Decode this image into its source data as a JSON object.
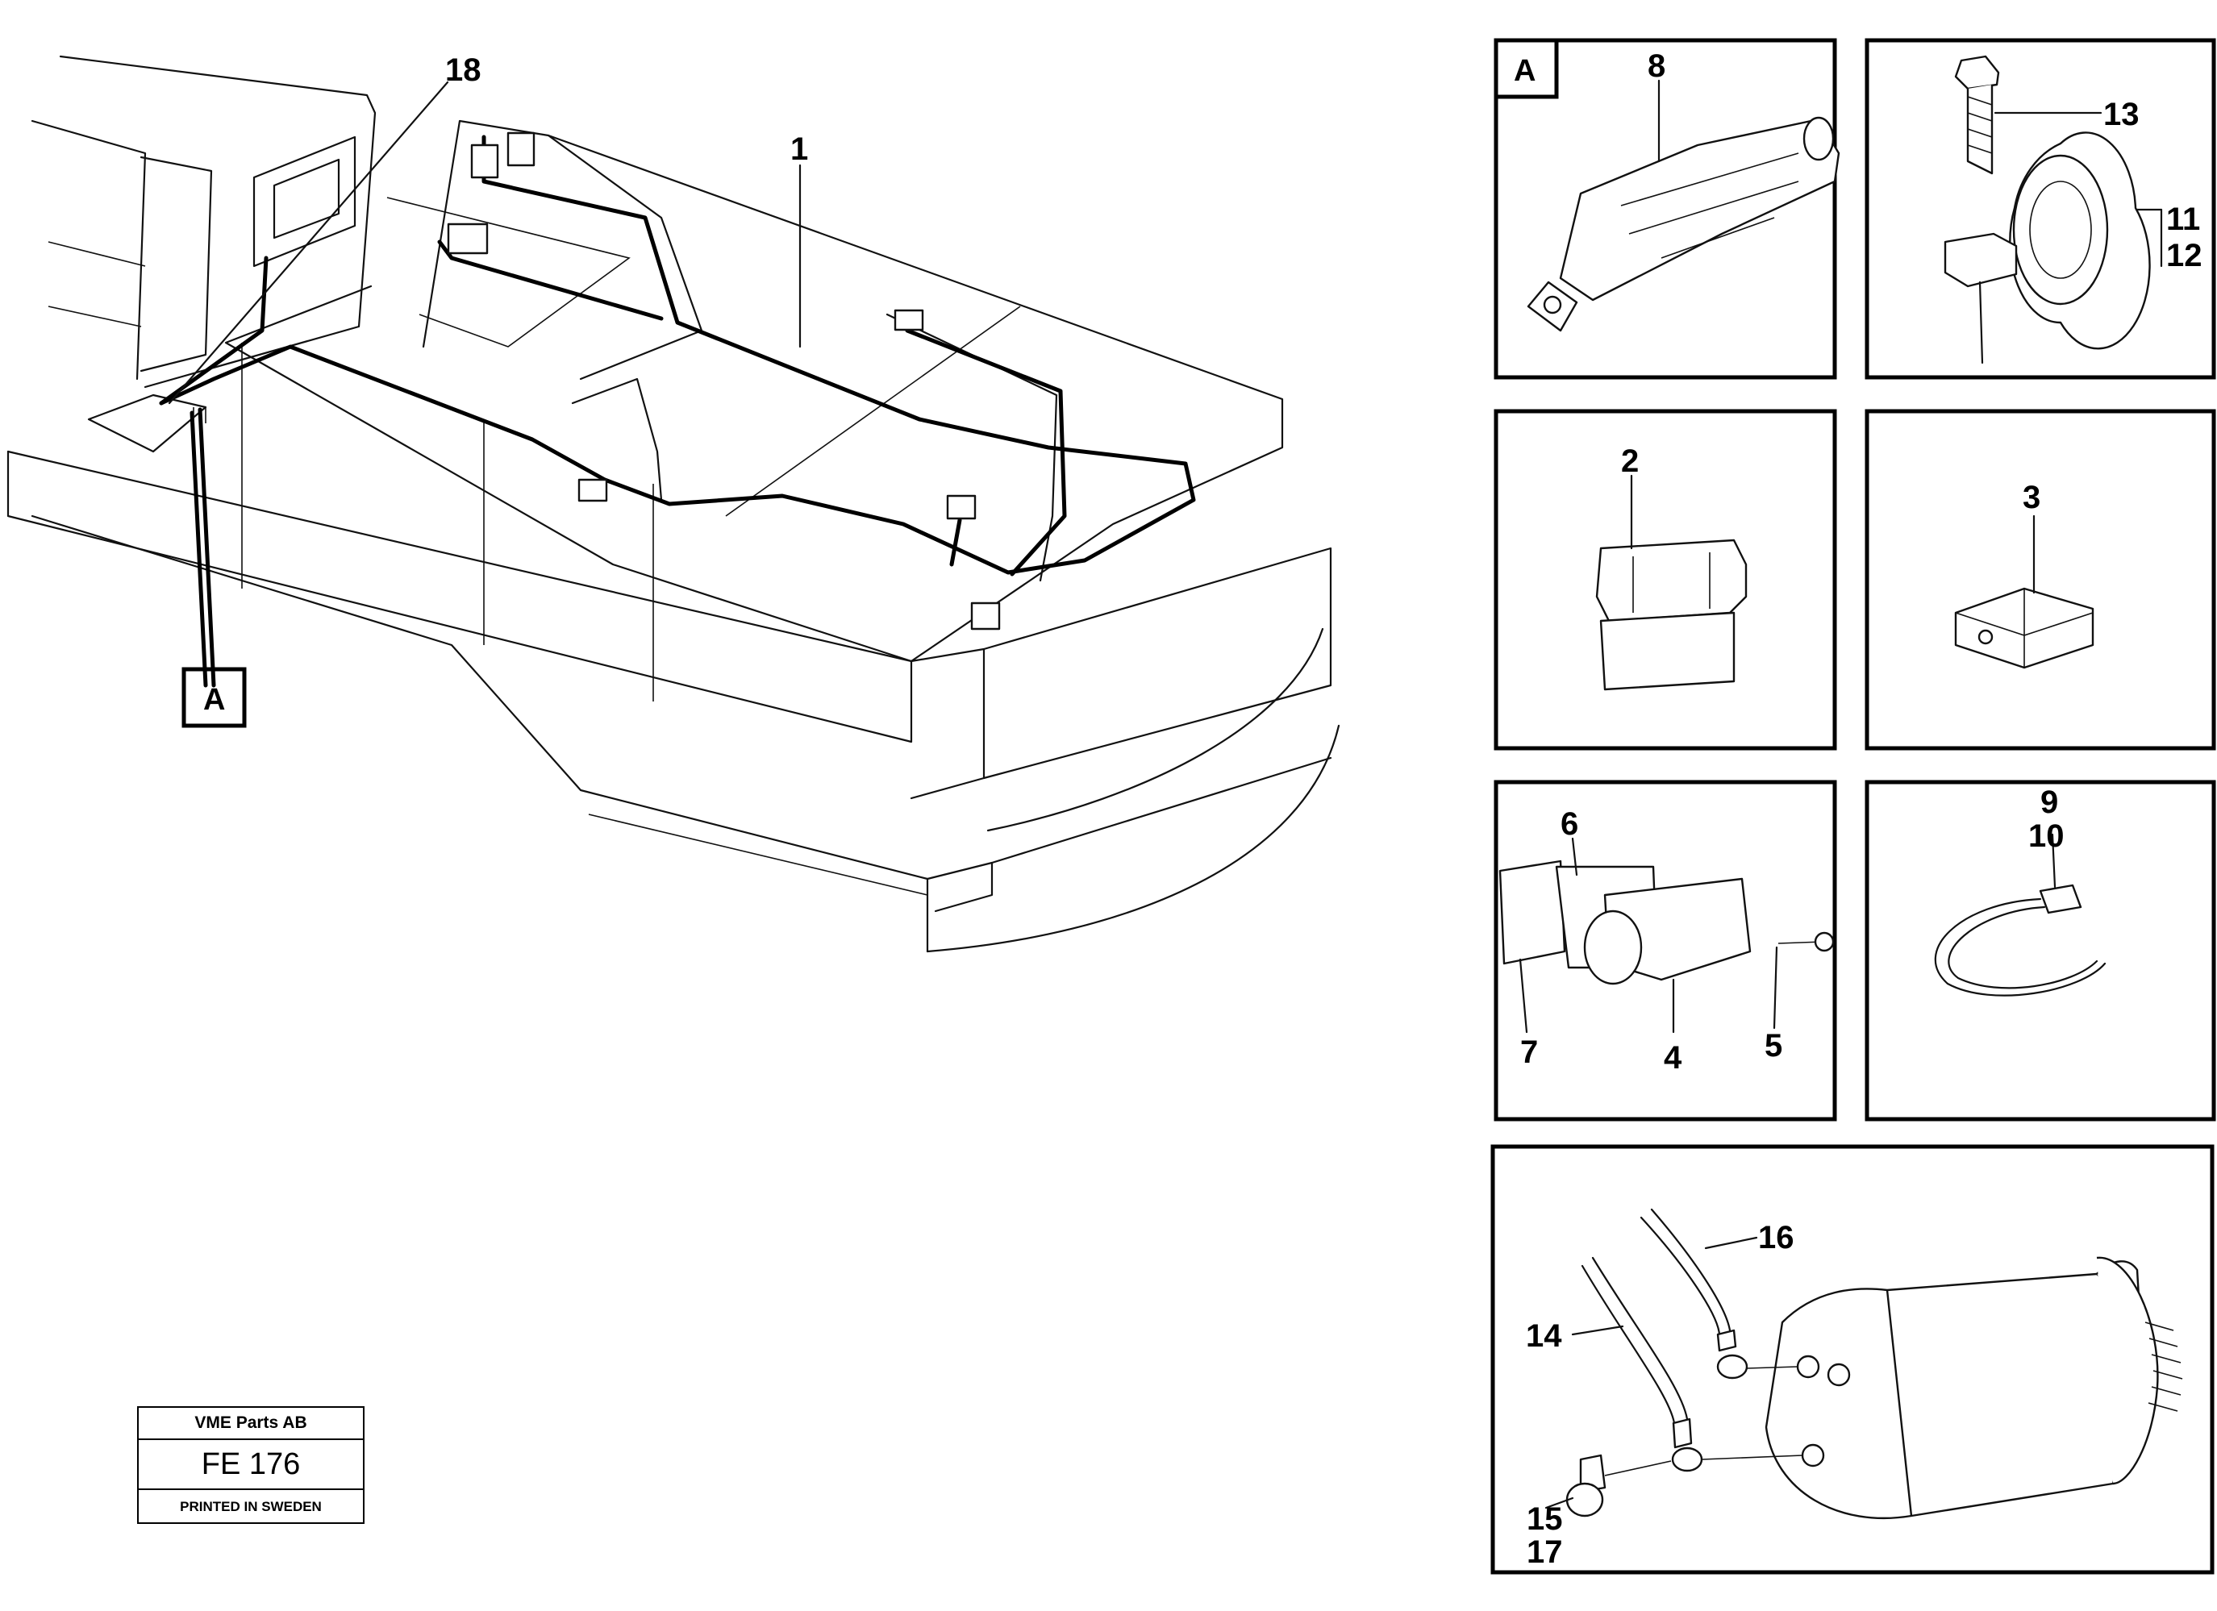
{
  "title_block": {
    "company": "VME Parts AB",
    "code": "FE 176",
    "printed": "PRINTED IN SWEDEN"
  },
  "main_view": {
    "callouts": {
      "harness": "1",
      "ground_cable": "18"
    },
    "detail_ref": "A"
  },
  "details": {
    "A": {
      "ref": "A",
      "labels": [
        "8"
      ]
    },
    "bracket": {
      "labels": [
        "13",
        "11",
        "12"
      ]
    },
    "relay": {
      "labels": [
        "2"
      ]
    },
    "connector": {
      "labels": [
        "3"
      ]
    },
    "holder": {
      "labels": [
        "6",
        "7",
        "4",
        "5"
      ]
    },
    "strap": {
      "labels": [
        "9",
        "10"
      ]
    },
    "alternator": {
      "labels": [
        "16",
        "14",
        "15",
        "17"
      ]
    }
  }
}
